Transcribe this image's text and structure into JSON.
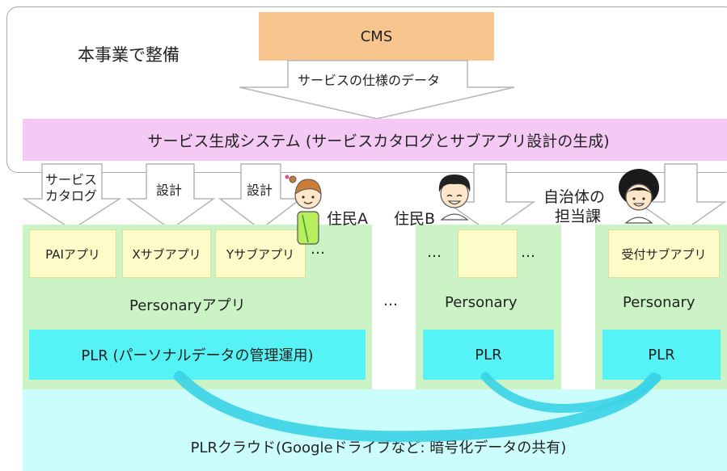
{
  "title_label": "本事業で整備",
  "cms": {
    "label": "CMS"
  },
  "spec_arrow_label": "サービスの仕様のデータ",
  "service_system": {
    "label": "サービス生成システム (サービスカタログとサブアプリ設計の生成)"
  },
  "down_arrows": {
    "catalog_line1": "サービス",
    "catalog_line2": "カタログ",
    "design1": "設計",
    "design2": "設計"
  },
  "residents": {
    "a": "住民A",
    "b": "住民B",
    "staff_line1": "自治体の",
    "staff_line2": "担当課"
  },
  "app_a": {
    "sub_apps": [
      "PAIアプリ",
      "Xサブアプリ",
      "Yサブアプリ"
    ],
    "ellipsis": "…",
    "name": "Personaryアプリ",
    "plr": "PLR (パーソナルデータの管理運用)"
  },
  "middle_ellipsis": "…",
  "app_b": {
    "left_ellipsis": "…",
    "right_ellipsis": "…",
    "name": "Personary",
    "plr": "PLR"
  },
  "app_c": {
    "sub_app": "受付サブアプリ",
    "name": "Personary",
    "plr": "PLR"
  },
  "cloud": {
    "label": "PLRクラウド(Googleドライブなど: 暗号化データの共有)"
  },
  "colors": {
    "cms": "#f8c58f",
    "service_system": "#f4c9f3",
    "app_bg": "#cbf3c5",
    "sub_app": "#fdfbc7",
    "plr": "#55f3f6",
    "cloud": "#ccfdfd",
    "sync_arc": "#3ad3e6"
  }
}
